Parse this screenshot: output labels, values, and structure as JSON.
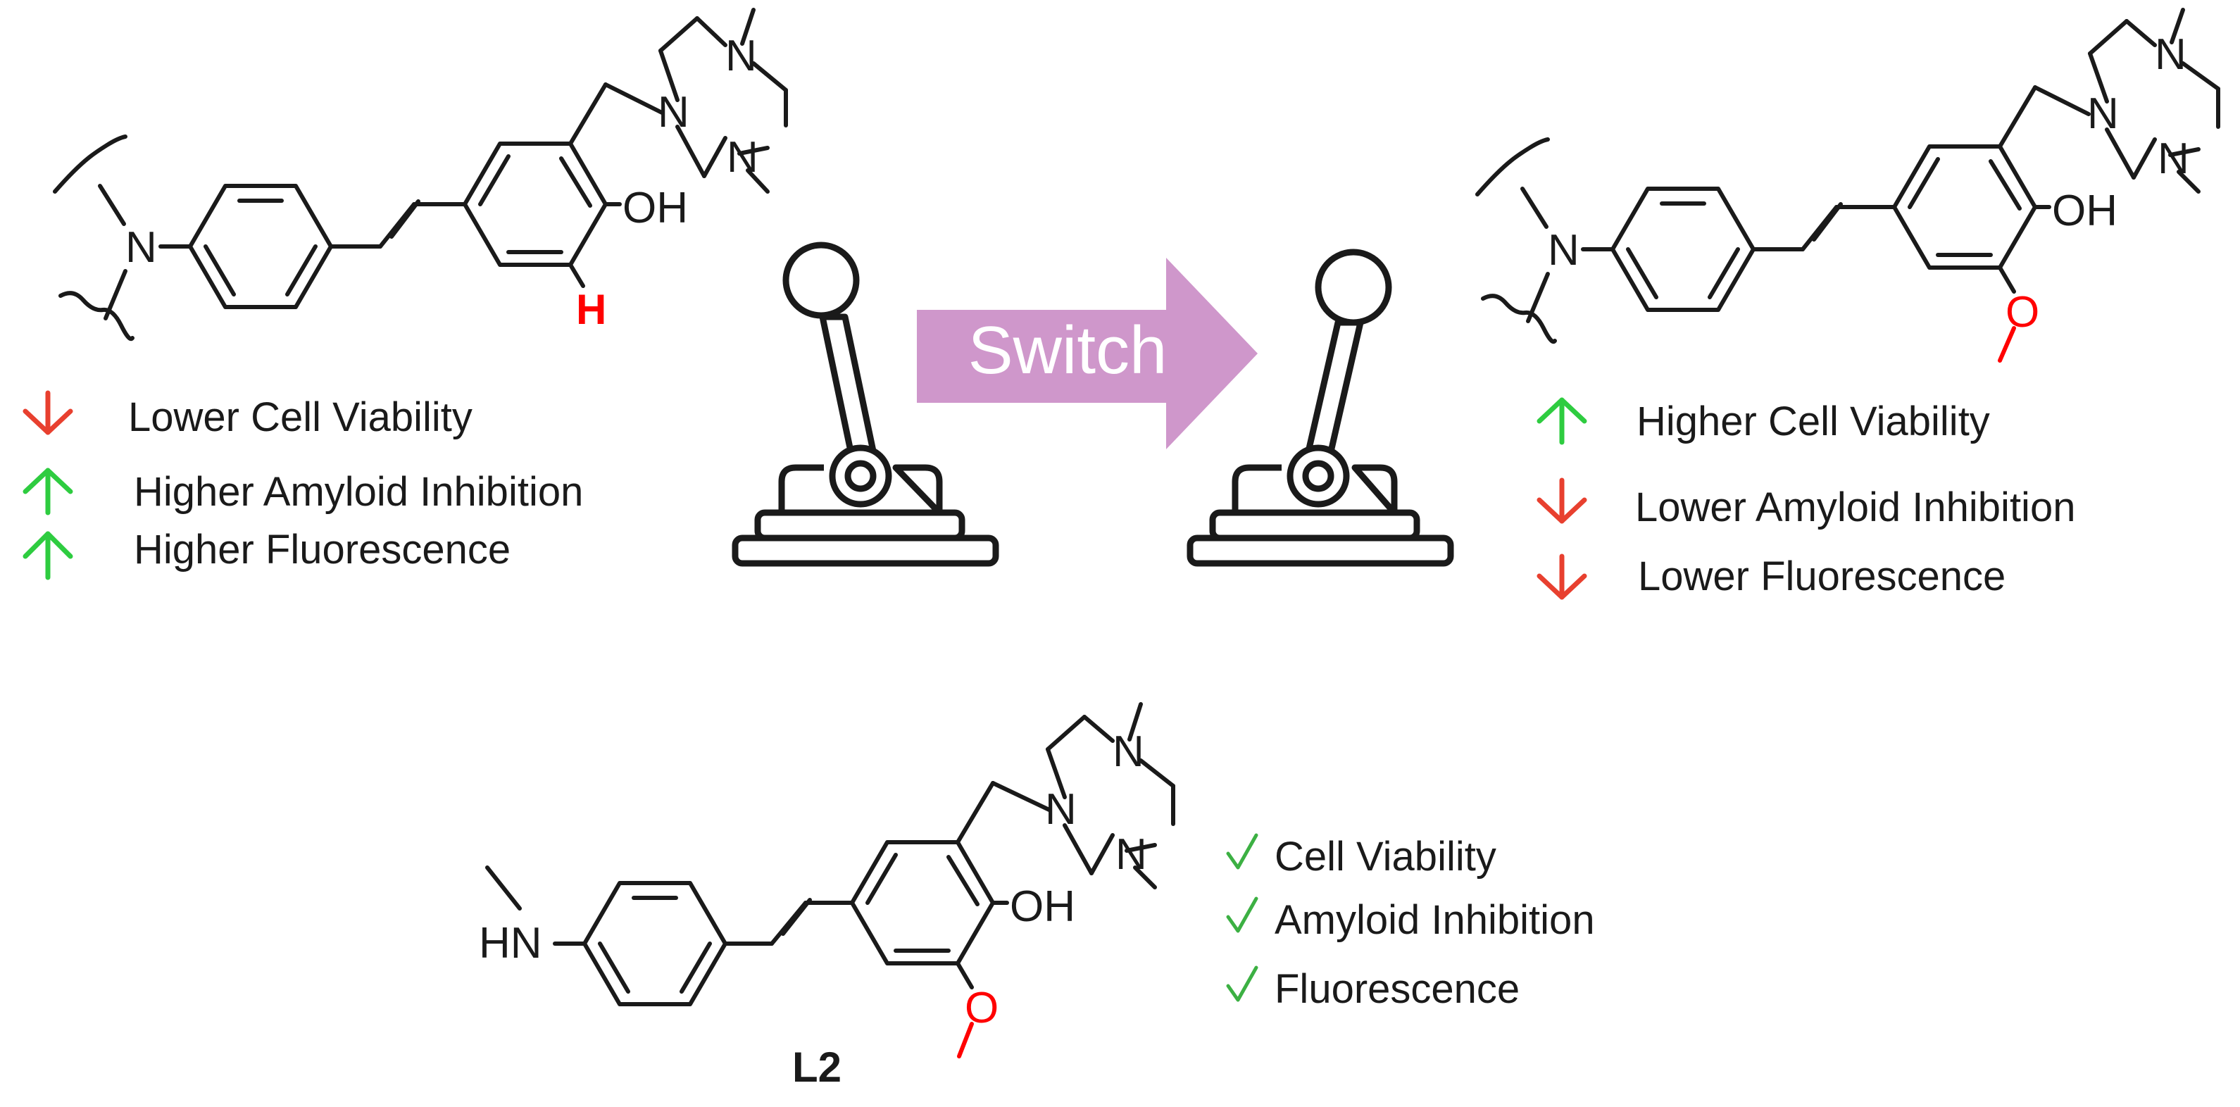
{
  "colors": {
    "ink": "#1a1a1a",
    "up": "#2ecc40",
    "down": "#e8402f",
    "highlight": "#ff0000",
    "check": "#3cb043",
    "switch_arrow": "#cf97cb",
    "switch_text": "#ffffff"
  },
  "left_molecule": {
    "atoms": {
      "n": "N",
      "oh": "OH",
      "h": "H"
    },
    "ring_n": [
      "N",
      "N",
      "N"
    ],
    "properties": [
      {
        "label": "Lower Cell Viability",
        "direction": "down"
      },
      {
        "label": "Higher Amyloid Inhibition",
        "direction": "up"
      },
      {
        "label": "Higher Fluorescence",
        "direction": "up"
      }
    ]
  },
  "switch": {
    "label": "Switch",
    "icon_left": "lever-off-icon",
    "icon_right": "lever-on-icon"
  },
  "right_molecule": {
    "atoms": {
      "n": "N",
      "oh": "OH",
      "o": "O"
    },
    "ring_n": [
      "N",
      "N",
      "N"
    ],
    "properties": [
      {
        "label": "Higher Cell Viability",
        "direction": "up"
      },
      {
        "label": "Lower Amyloid Inhibition",
        "direction": "down"
      },
      {
        "label": "Lower Fluorescence",
        "direction": "down"
      }
    ]
  },
  "l2_molecule": {
    "atoms": {
      "hn": "HN",
      "oh": "OH",
      "o": "O"
    },
    "ring_n": [
      "N",
      "N",
      "N"
    ],
    "name": "L2",
    "features": [
      "Cell Viability",
      "Amyloid Inhibition",
      "Fluorescence"
    ],
    "check_icon": "check-icon"
  }
}
